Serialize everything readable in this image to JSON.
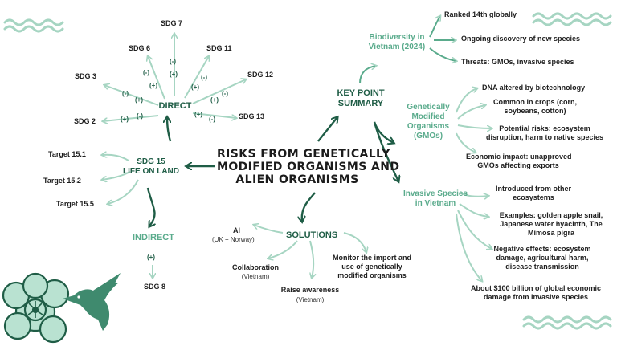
{
  "title": [
    "RISKS FROM GENETICALLY",
    "MODIFIED ORGANISMS AND",
    "ALIEN ORGANISMS"
  ],
  "sdg15": {
    "label": [
      "SDG 15",
      "LIFE ON LAND"
    ],
    "targets": [
      "Target 15.1",
      "Target 15.2",
      "Target 15.5"
    ]
  },
  "direct": {
    "label": "DIRECT",
    "sdgs": [
      "SDG 2",
      "SDG 3",
      "SDG 6",
      "SDG 7",
      "SDG 11",
      "SDG 12",
      "SDG 13"
    ],
    "signs": [
      "(+)",
      "(-)",
      "(-)",
      "(+)",
      "(-)",
      "(+)",
      "(-)",
      "(+)",
      "(+)",
      "(-)",
      "(+)",
      "(-)",
      "(+)",
      "(-)"
    ]
  },
  "indirect": {
    "label": "INDIRECT",
    "sign": "(+)",
    "sdg": "SDG 8"
  },
  "solutions": {
    "label": "SOLUTIONS",
    "ai": "AI",
    "ai_note": "(UK + Norway)",
    "collab": "Collaboration",
    "collab_note": "(Vietnam)",
    "raise": "Raise awareness",
    "raise_note": "(Vietnam)",
    "monitor": [
      "Monitor the import and",
      "use of genetically",
      "modified organisms"
    ]
  },
  "key": {
    "label": [
      "KEY POINT",
      "SUMMARY"
    ]
  },
  "biodiversity": {
    "label": [
      "Biodiversity in",
      "Vietnam (2024)"
    ],
    "items": [
      "Ranked 14th globally",
      "Ongoing discovery of new species",
      "Threats: GMOs, invasive species"
    ]
  },
  "gmo": {
    "label": [
      "Genetically",
      "Modified",
      "Organisms",
      "(GMOs)"
    ],
    "items": [
      [
        "DNA altered by biotechnology"
      ],
      [
        "Common in crops  (corn,",
        "soybeans, cotton)"
      ],
      [
        "Potential risks: ecosystem",
        "disruption, harm to native species"
      ],
      [
        "Economic impact: unapproved",
        "GMOs affecting exports"
      ]
    ]
  },
  "invasive": {
    "label": [
      "Invasive Species",
      "in Vietnam"
    ],
    "items": [
      [
        "Introduced from other",
        "ecosystems"
      ],
      [
        "Examples: golden apple snail,",
        "Japanese water hyacinth, The",
        "Mimosa pigra"
      ],
      [
        "Negative effects: ecosystem",
        "damage, agricultural harm,",
        "disease transmission"
      ],
      [
        "About $100 billion of global economic",
        "damage from invasive species"
      ]
    ]
  },
  "colors": {
    "light": "#a6d5c2",
    "mid": "#5aab8c",
    "dark": "#1f5d46",
    "flower": "#b9e2d1"
  }
}
